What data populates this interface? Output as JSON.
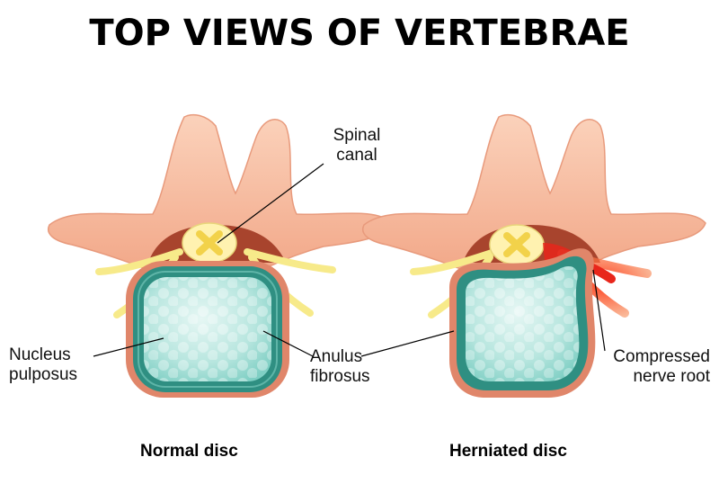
{
  "title": "TOP VIEWS OF VERTEBRAE",
  "labels": {
    "spinal_canal": [
      "Spinal",
      "canal"
    ],
    "nucleus_pulposus": [
      "Nucleus",
      "pulposus"
    ],
    "anulus_fibrosus": [
      "Anulus",
      "fibrosus"
    ],
    "compressed_nerve_root": [
      "Compressed",
      "nerve root"
    ]
  },
  "captions": {
    "normal": "Normal disc",
    "herniated": "Herniated disc"
  },
  "colors": {
    "bone": "#f6b99a",
    "bone_dark": "#e89a7c",
    "canal_dark": "#a8442d",
    "cord": "#fff2b0",
    "cord_center": "#f2d24a",
    "nerve": "#f7ea8a",
    "disc_outer": "#2f8f82",
    "disc_inner": "#b8e6df",
    "disc_rim": "#e0866a",
    "inflamed": "#e8261b"
  }
}
